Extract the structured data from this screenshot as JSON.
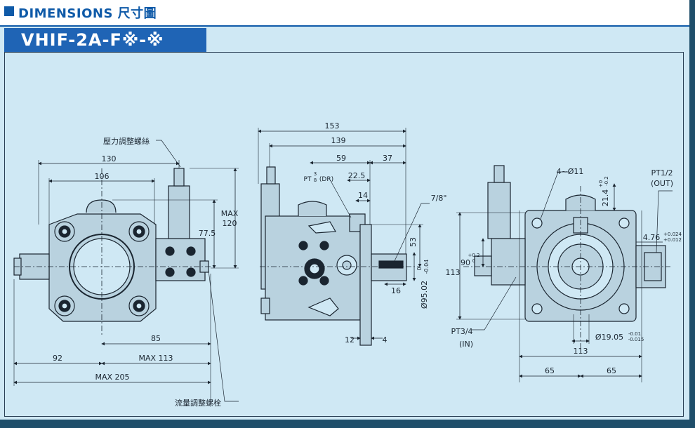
{
  "header": {
    "title": "DIMENSIONS 尺寸圖",
    "model": "VHIF-2A-F※-※"
  },
  "colors": {
    "accent": "#0f5aa8",
    "background": "#cfe8f4",
    "line": "#1a2530"
  },
  "front_view": {
    "dim_130": "130",
    "dim_106": "106",
    "dim_max120": "MAX\n120",
    "dim_max120_l1": "MAX",
    "dim_max120_l2": "120",
    "dim_77_5": "77.5",
    "dim_85": "85",
    "dim_92": "92",
    "dim_max113": "MAX 113",
    "dim_max205": "MAX 205",
    "label_pressure_adj": "壓力調整螺絲",
    "label_flow_adj": "流量調整螺栓"
  },
  "side_view": {
    "dim_153": "153",
    "dim_139": "139",
    "dim_59": "59",
    "dim_37": "37",
    "dim_22_5": "22.5",
    "dim_14": "14",
    "dim_53": "53",
    "dim_16": "16",
    "dim_12": "12",
    "dim_4": "4",
    "label_pt_drain_a": "PT",
    "label_pt_drain_frac_top": "3",
    "label_pt_drain_frac_bot": "8",
    "label_pt_drain_b": "(DR)",
    "label_key": "7/8\"",
    "label_shaft_dia": "Ø95.02",
    "label_shaft_tol_top": "0",
    "label_shaft_tol_bot": "-0.04"
  },
  "rear_view": {
    "label_holes": "4~Ø11",
    "label_pt_half": "PT1/2",
    "label_out": "(OUT)",
    "dim_21_4": "21.4",
    "dim_21_4_tol_top": "+0",
    "dim_21_4_tol_bot": "-0.2",
    "dim_4_76": "4.76",
    "dim_4_76_tol_top": "+0.024",
    "dim_4_76_tol_bot": "+0.012",
    "dim_90": "90",
    "dim_90_tol_top": "+0.2",
    "dim_90_tol_bot": "0",
    "dim_113_v": "113",
    "label_pt_3_4": "PT3/4",
    "label_in": "(IN)",
    "label_bore": "Ø19.05",
    "label_bore_tol_top": "-0.01",
    "label_bore_tol_bot": "-0.015",
    "dim_113_h": "113",
    "dim_65_left": "65",
    "dim_65_right": "65"
  }
}
